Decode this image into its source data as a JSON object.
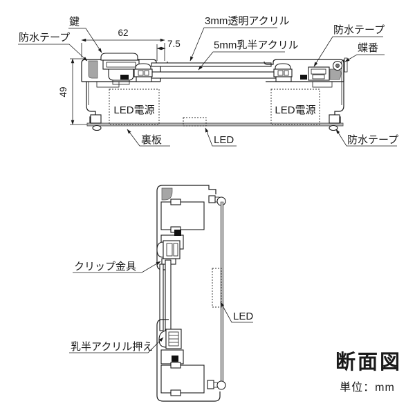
{
  "title_block": {
    "title": "断面図",
    "unit": "単位：mm"
  },
  "top_section": {
    "dims": {
      "cap_width": "62",
      "lip": "7.5",
      "height": "49"
    },
    "labels": {
      "key": "鍵",
      "waterproof_tape": "防水テープ",
      "clear_acrylic": "3mm透明アクリル",
      "milky_acrylic": "5mm乳半アクリル",
      "hinge": "蝶番",
      "led_power": "LED電源",
      "back_plate": "裏板",
      "led": "LED"
    }
  },
  "bottom_section": {
    "labels": {
      "clip_fitting": "クリップ金具",
      "milky_acrylic_holder": "乳半アクリル押え",
      "led": "LED"
    }
  },
  "colors": {
    "line": "#1a1a1a",
    "tape_fill": "#a6a6a6",
    "panel_fill": "#b8b8b8"
  }
}
